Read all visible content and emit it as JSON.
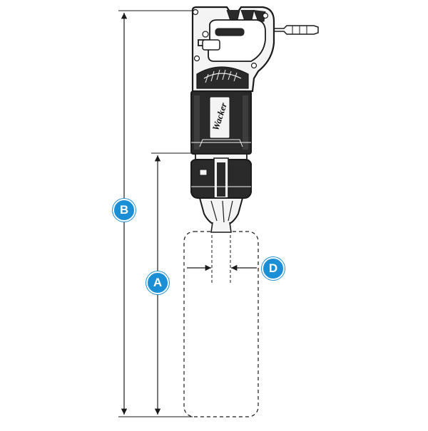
{
  "callouts": {
    "overall_height": "B",
    "blade_length": "A",
    "blade_width": "D"
  },
  "tool": {
    "brand_text": "Wacker"
  },
  "colors": {
    "badge": "#1b8fd6",
    "line": "#1a1a1a",
    "tool_dark": "#2a2a2a",
    "tool_light": "#f4f4f4"
  }
}
